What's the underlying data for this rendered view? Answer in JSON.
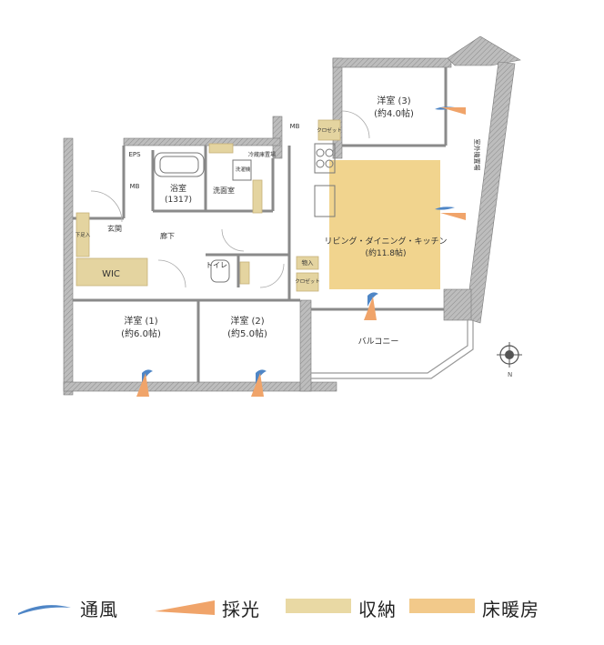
{
  "rooms": {
    "western1_name": "洋室 (1)",
    "western1_size": "(約6.0帖)",
    "western2_name": "洋室 (2)",
    "western2_size": "(約5.0帖)",
    "western3_name": "洋室 (3)",
    "western3_size": "(約4.0帖)",
    "ldk_name": "リビング・ダイニング・キッチン",
    "ldk_size": "(約11.8帖)",
    "bath_name": "浴室",
    "bath_size": "(1317)",
    "washroom": "洗面室",
    "toilet": "トイレ",
    "hallway": "廊下",
    "entrance": "玄関",
    "wic": "WIC",
    "balcony": "バルコニー"
  },
  "labels": {
    "eps": "EPS",
    "mb_left": "MB",
    "mb_top": "MB",
    "closet_top": "クロゼット",
    "closet_mid": "クロゼット",
    "storage": "物入",
    "shoe_storage": "下足入",
    "fridge": "冷蔵庫置場",
    "washer": "洗濯機",
    "outdoor_unit": "室外機置場"
  },
  "legend": [
    {
      "label": "通風",
      "color": "#4f86c6"
    },
    {
      "label": "採光",
      "color": "#f0a46a"
    },
    {
      "label": "収納",
      "color": "#e9d9a4"
    },
    {
      "label": "床暖房",
      "color": "#f2c98a"
    }
  ],
  "colors": {
    "wall": "#a9a9a9",
    "storage": "#e4d4a0",
    "floor_heating": "#f1d48e",
    "wind": "#4f86c6",
    "light": "#f0a46a"
  }
}
